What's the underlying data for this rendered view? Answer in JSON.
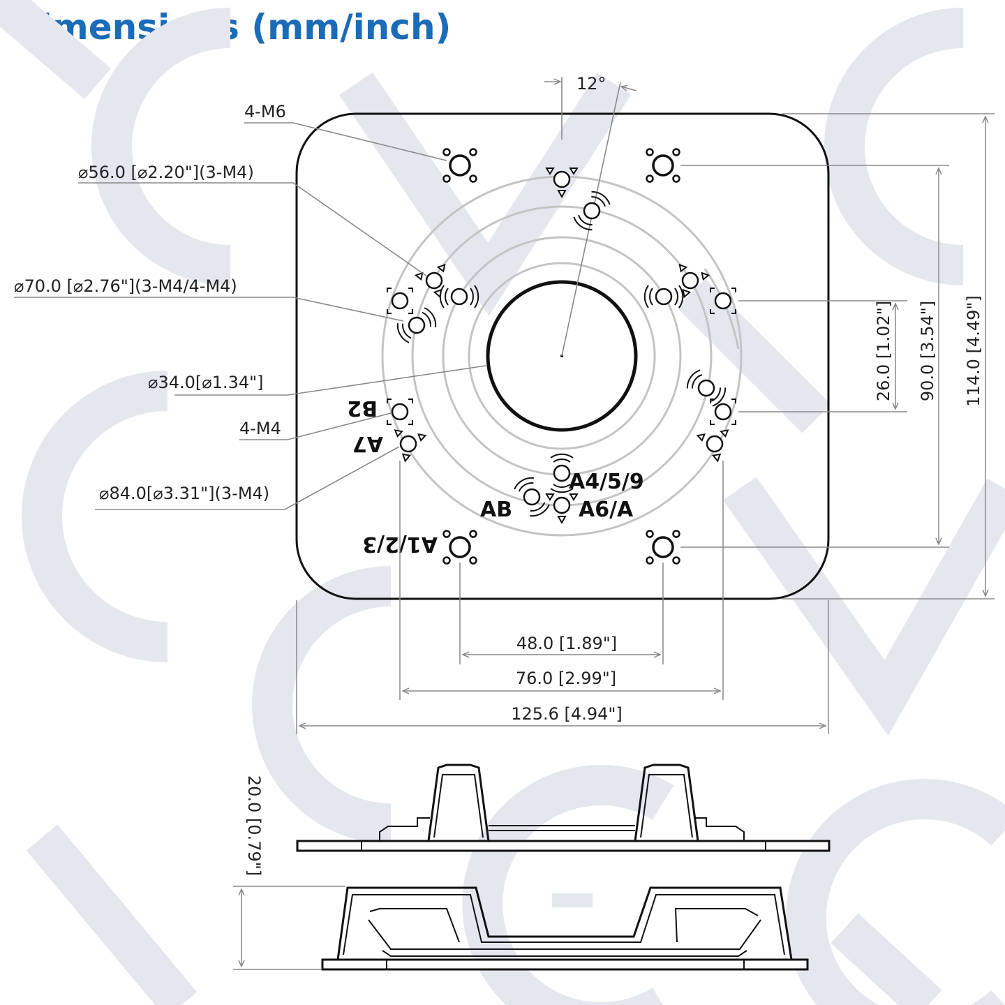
{
  "title": "Dimensions (mm/inch)",
  "colors": {
    "title": "#1a6bb8",
    "line": "#111111",
    "dimension": "#888888",
    "watermark": "#e4e8ee"
  },
  "top_view": {
    "angle_label": "12°",
    "callouts": {
      "m6": "4-M6",
      "d56": "⌀56.0 [⌀2.20\"](3-M4)",
      "d70": "⌀70.0 [⌀2.76\"](3-M4/4-M4)",
      "d34": "⌀34.0[⌀1.34\"]",
      "m4": "4-M4",
      "d84": "⌀84.0[⌀3.31\"](3-M4)"
    },
    "hole_labels": {
      "b2": "B2",
      "a7": "A7",
      "a123": "A1/2/3",
      "a459": "A4/5/9",
      "a6a": "A6/A",
      "ab": "AB"
    },
    "dimensions": {
      "w48": "48.0 [1.89\"]",
      "w76": "76.0 [2.99\"]",
      "w125": "125.6 [4.94\"]",
      "h26": "26.0 [1.02\"]",
      "h90": "90.0 [3.54\"]",
      "h114": "114.0 [4.49\"]"
    }
  },
  "side_view": {
    "height": "20.0 [0.79\"]"
  }
}
